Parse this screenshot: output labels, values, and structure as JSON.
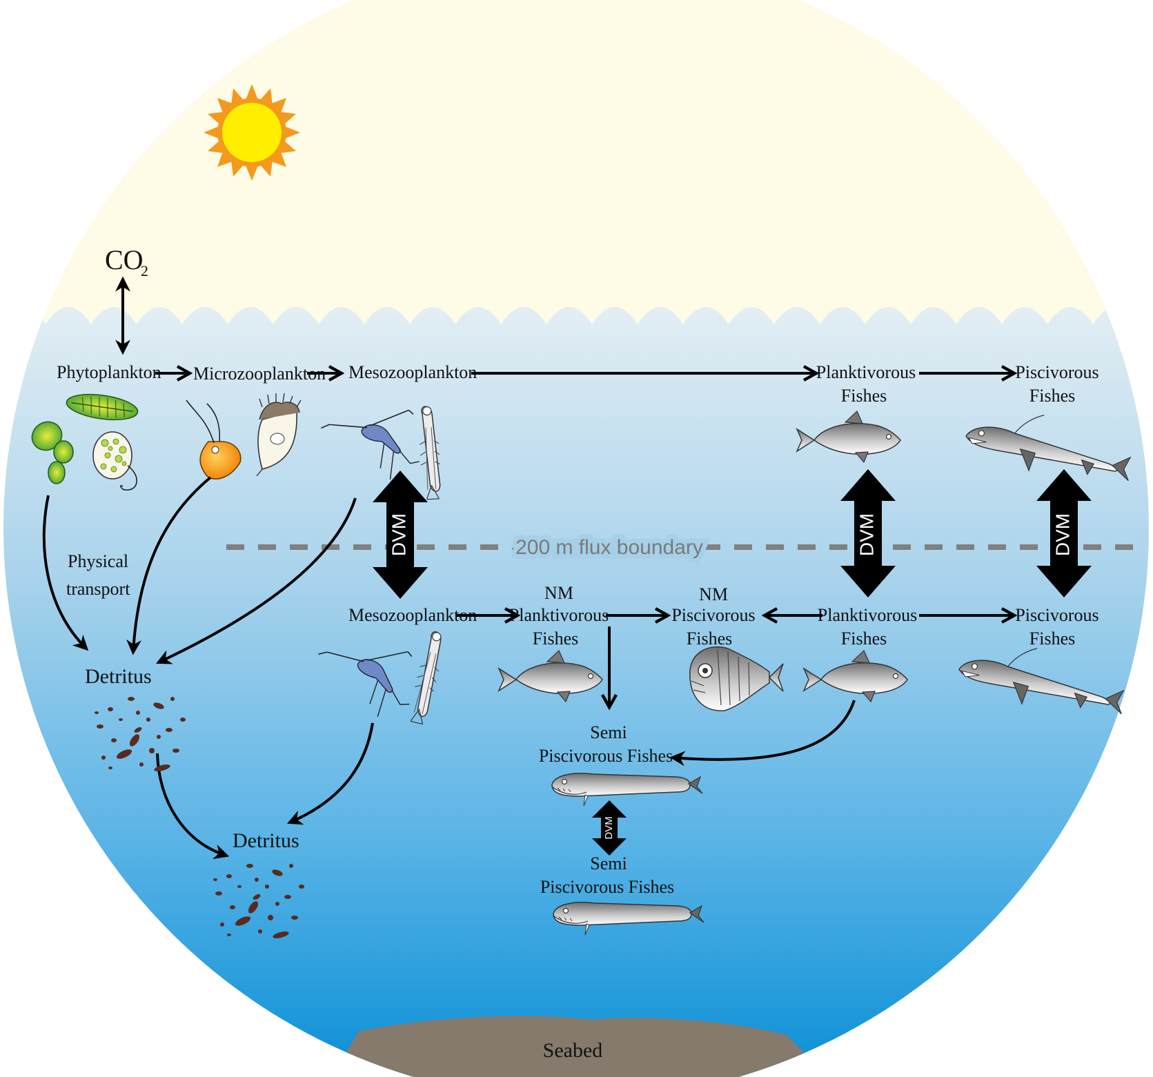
{
  "labels": {
    "co2": "CO",
    "co2_sub": "2",
    "phytoplankton": "Phytoplankton",
    "microzooplankton": "Microzooplankton",
    "mesozooplankton_top": "Mesozooplankton",
    "planktivorous_top_1": "Planktivorous",
    "planktivorous_top_2": "Fishes",
    "piscivorous_top_1": "Piscivorous",
    "piscivorous_top_2": "Fishes",
    "physical_transport_1": "Physical",
    "physical_transport_2": "transport",
    "flux_boundary": "200 m flux boundary",
    "dvm": "DVM",
    "mesozooplankton_bottom": "Mesozooplankton",
    "nm_planktivorous_1": "NM",
    "nm_planktivorous_2": "Planktivorous",
    "nm_planktivorous_3": "Fishes",
    "nm_piscivorous_1": "NM",
    "nm_piscivorous_2": "Piscivorous",
    "nm_piscivorous_3": "Fishes",
    "planktivorous_bottom_1": "Planktivorous",
    "planktivorous_bottom_2": "Fishes",
    "piscivorous_bottom_1": "Piscivorous",
    "piscivorous_bottom_2": "Fishes",
    "detritus_upper": "Detritus",
    "detritus_lower": "Detritus",
    "semi_upper_1": "Semi",
    "semi_upper_2": "Piscivorous Fishes",
    "semi_lower_1": "Semi",
    "semi_lower_2": "Piscivorous Fishes",
    "seabed": "Seabed"
  },
  "colors": {
    "sky": "#fefbe6",
    "water_top": "#dcebf3",
    "water_bottom": "#0a8fd6",
    "seabed": "#857a6b",
    "sun": "#ffee00",
    "sun_rays": "#f39a1e",
    "boundary": "#808080",
    "detritus": "#5a2a1e"
  },
  "icons": [
    "sun-icon",
    "diatom-icon",
    "cyanobacteria-icon",
    "algae-cell-icon",
    "flagellate-icon",
    "ciliate-icon",
    "copepod-icon",
    "shrimp-icon",
    "fish-icon",
    "dragonfish-icon",
    "hatchetfish-icon",
    "detritus-icon"
  ]
}
